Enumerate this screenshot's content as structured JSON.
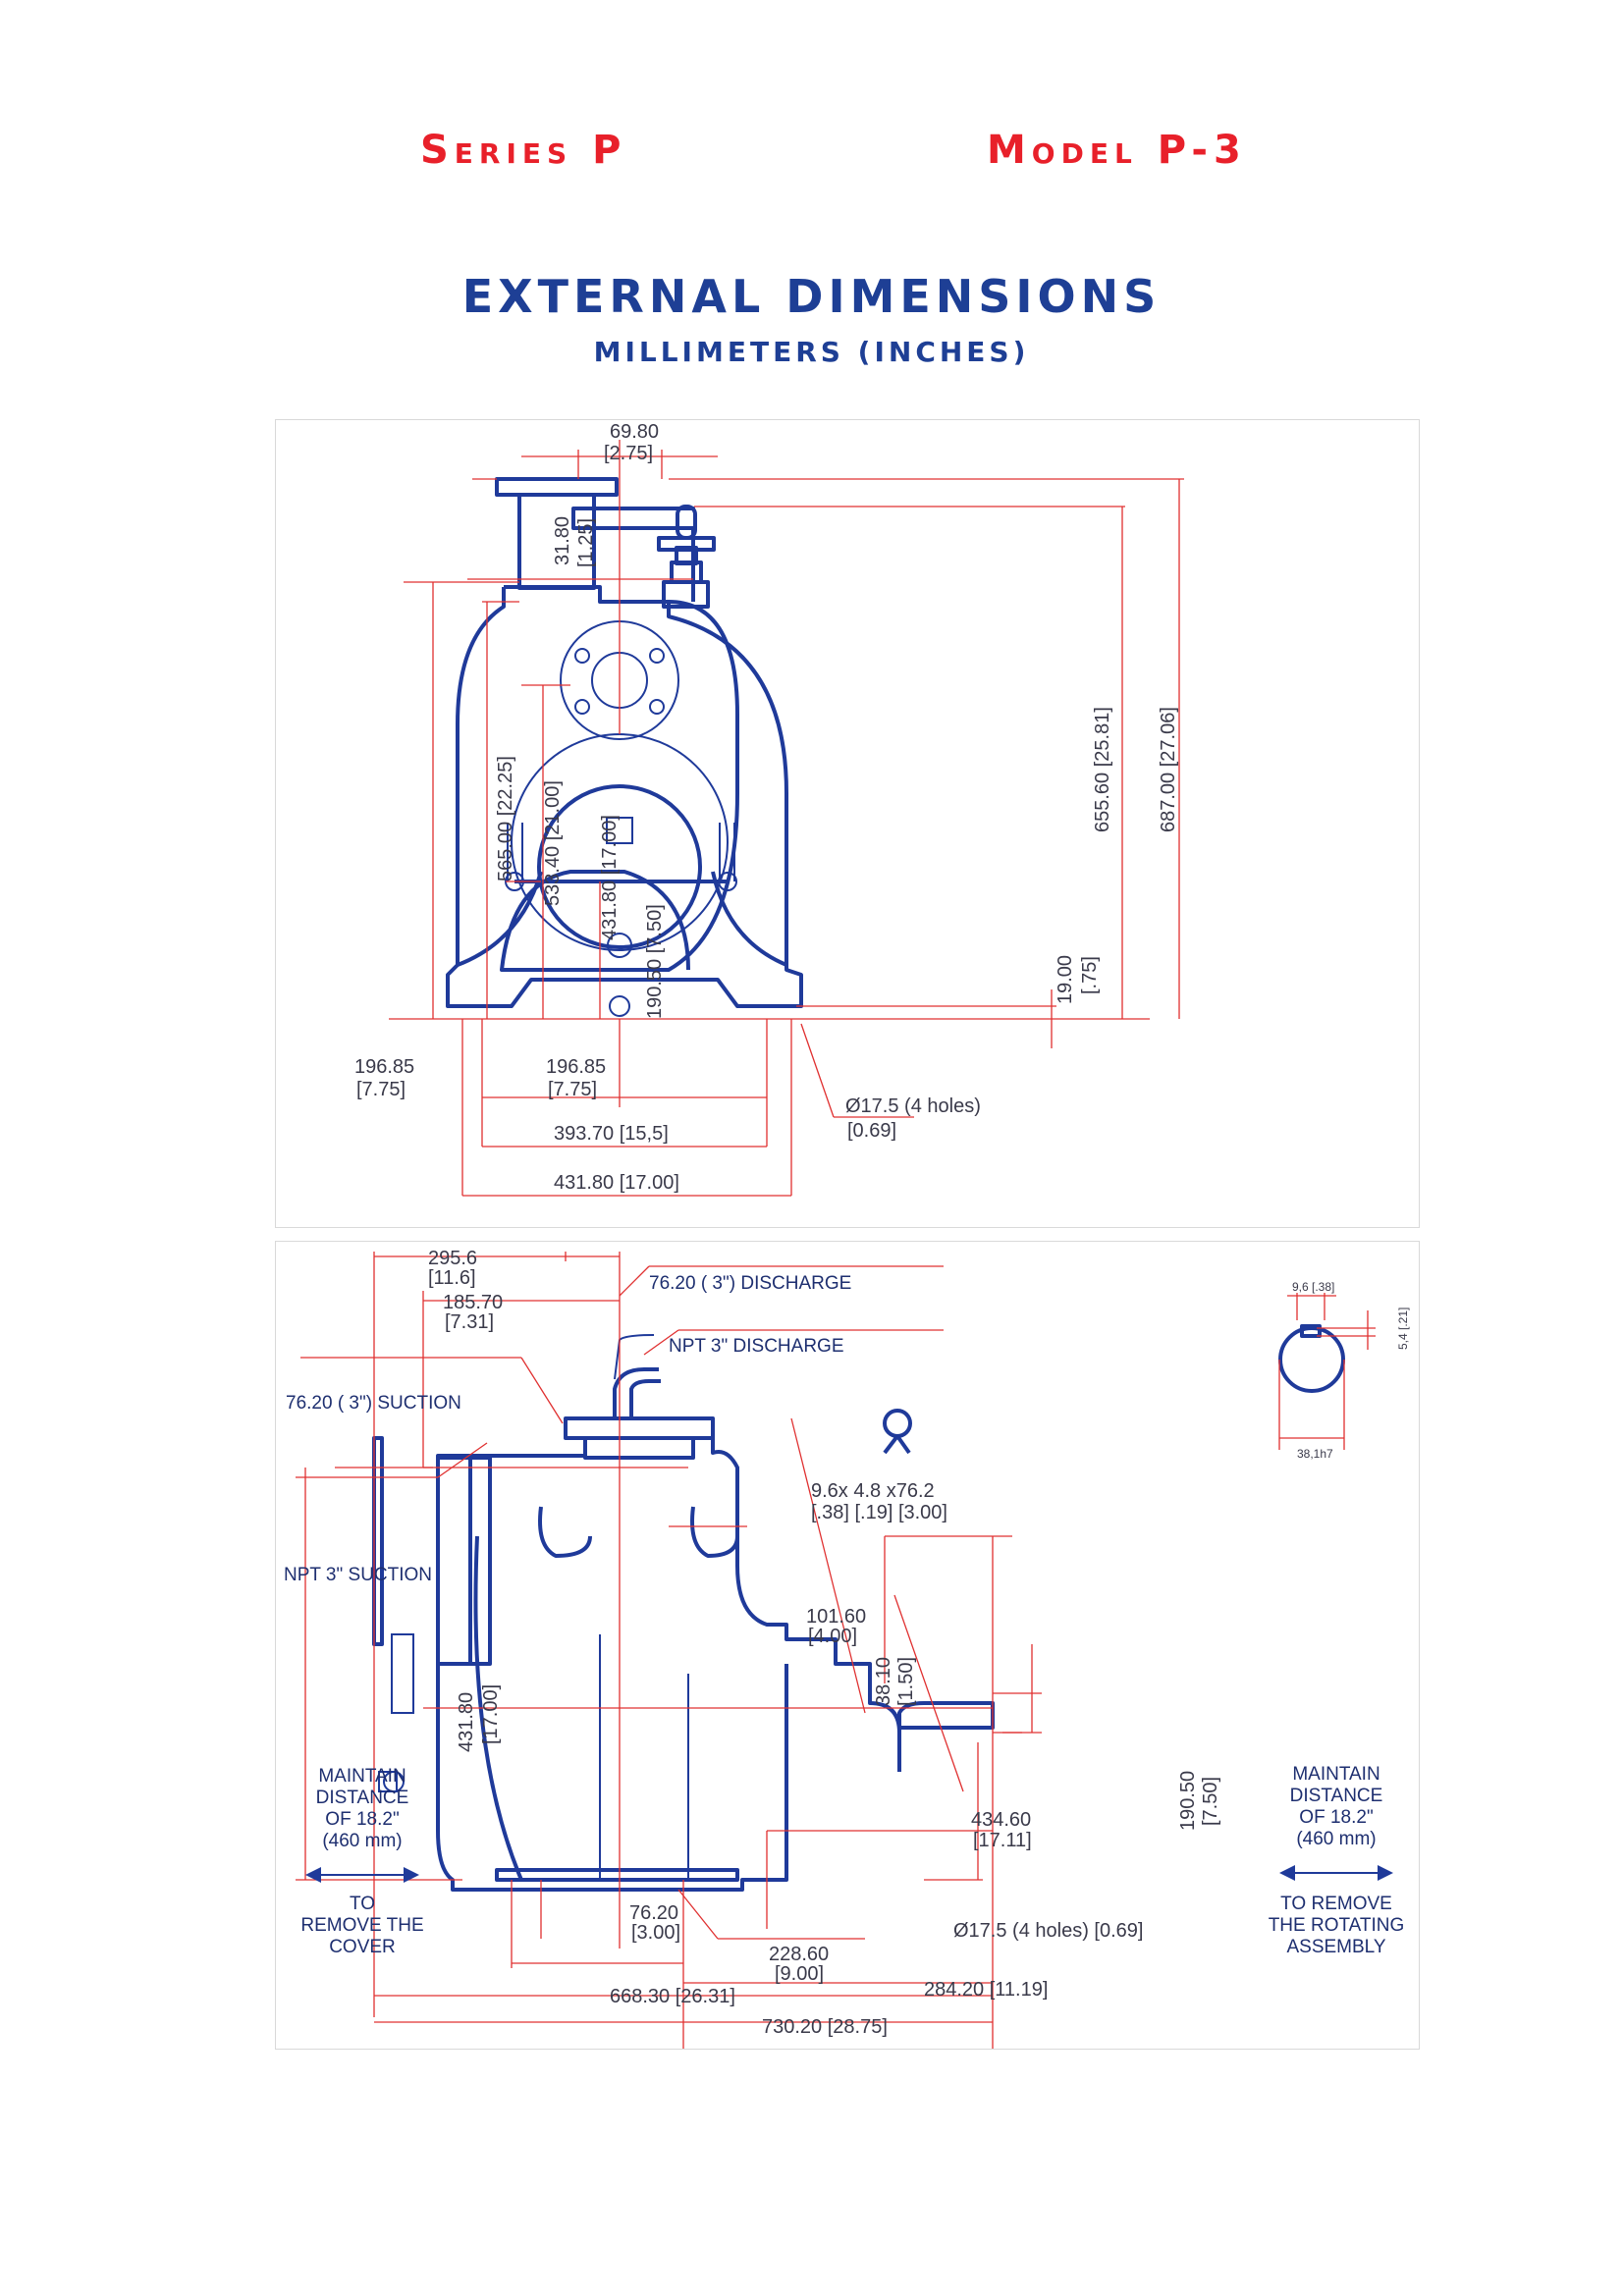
{
  "header": {
    "series": "Series P",
    "model": "Model P-3"
  },
  "title": {
    "main": "EXTERNAL DIMENSIONS",
    "sub": "MILLIMETERS (INCHES)"
  },
  "front_view": {
    "flange_width": "69.80",
    "flange_width_in": "[2.75]",
    "flange_height": "31.80",
    "flange_height_in": "[1.25]",
    "h565": "565.00 [22.25]",
    "h533": "533.40 [21.00]",
    "h431": "431.80 [17.00]",
    "h190": "190.50 [7.50]",
    "h655": "655.60 [25.81]",
    "h687": "687.00 [27.06]",
    "h19": "19.00",
    "h19_in": "[.75]",
    "w196_left": "196.85",
    "w196_left_in": "[7.75]",
    "w196_right": "196.85",
    "w196_right_in": "[7.75]",
    "w393": "393.70  [15,5]",
    "w431": "431.80  [17.00]",
    "holes": "Ø17.5 (4 holes)",
    "holes_in": "[0.69]"
  },
  "side_view": {
    "d295": "295.6",
    "d295_in": "[11.6]",
    "d185": "185.70",
    "d185_in": "[7.31]",
    "discharge": "76.20 ( 3\") DISCHARGE",
    "npt_discharge": "NPT 3\" DISCHARGE",
    "suction": "76.20 ( 3\") SUCTION",
    "npt_suction": "NPT 3\" SUCTION",
    "key": "9.6x 4.8 x76.2",
    "key_in": "[.38] [.19] [3.00]",
    "d101": "101.60",
    "d101_in": "[4.00]",
    "d38": "38.10",
    "d38_in": "[1.50]",
    "h431": "431.80",
    "h431_in": "[17.00]",
    "h190": "190.50",
    "h190_in": "[7.50]",
    "d434": "434.60",
    "d434_in": "[17.11]",
    "d76": "76.20",
    "d76_in": "[3.00]",
    "holes": "Ø17.5 (4 holes) [0.69]",
    "d228": "228.60",
    "d228_in": "[9.00]",
    "d668": "668.30 [26.31]",
    "d284": "284.20 [11.19]",
    "d730": "730.20 [28.75]",
    "left_note": [
      "MAINTAIN",
      "DISTANCE",
      "OF 18.2\"",
      "(460 mm)"
    ],
    "left_note2": [
      "TO",
      "REMOVE THE",
      "COVER"
    ],
    "right_note": [
      "MAINTAIN",
      "DISTANCE",
      "OF 18.2\"",
      "(460 mm)"
    ],
    "right_note2": [
      "TO REMOVE",
      "THE ROTATING",
      "ASSEMBLY"
    ]
  },
  "shaft_detail": {
    "key_width": "9,6 [.38]",
    "key_depth": "5,4 [.21]",
    "diameter": "38,1h7"
  }
}
